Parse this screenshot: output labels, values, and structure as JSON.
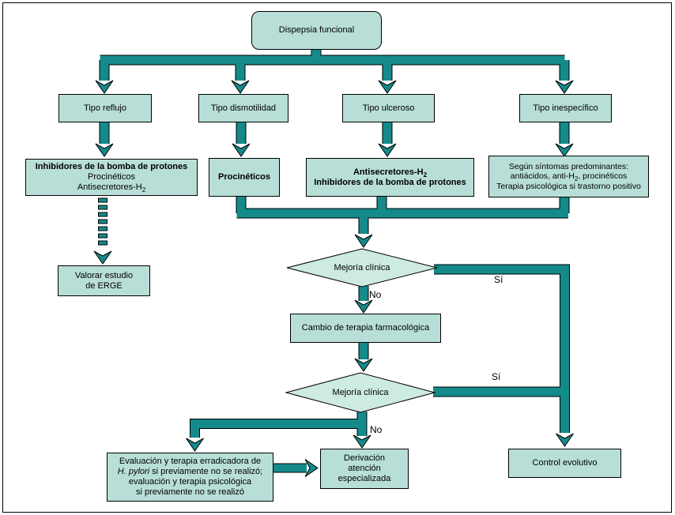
{
  "colors": {
    "edge": "#148a8b",
    "box_fill": "#b8dfd7",
    "diamond_fill": "#cdeae3"
  },
  "nodes": {
    "dispepsia": {
      "label": "Dispepsia funcional"
    },
    "tipo_reflujo": {
      "label": "Tipo reflujo"
    },
    "tipo_dismotilidad": {
      "label": "Tipo dismotilidad"
    },
    "tipo_ulceroso": {
      "label": "Tipo ulceroso"
    },
    "tipo_inespecifico": {
      "label": "Tipo inespecífico"
    },
    "tratamiento_reflujo": {
      "line1": "Inhibidores de la bomba de protones",
      "line2": "Procinéticos",
      "line3_base": "Antisecretores-H",
      "line3_sub": "2"
    },
    "tratamiento_dismotilidad": {
      "label": "Procinéticos"
    },
    "tratamiento_ulceroso": {
      "line1_base": "Antisecretores-H",
      "line1_sub": "2",
      "line2": "Inhibidores de la bomba de protones"
    },
    "tratamiento_inespecifico": {
      "line1": "Según síntomas predominantes:",
      "line2_a": "antiácidos, anti-H",
      "line2_sub": "2",
      "line2_b": ", procinéticos",
      "line3": "Terapia psicológica si trastorno positivo"
    },
    "valorar_erge": {
      "line1": "Valorar estudio",
      "line2": "de ERGE"
    },
    "mejoria_clinica_1": {
      "label": "Mejoría clínica"
    },
    "cambio_terapia": {
      "label": "Cambio de terapia farmacológica"
    },
    "mejoria_clinica_2": {
      "label": "Mejoría clínica"
    },
    "evaluacion_erradicadora": {
      "line1": "Evaluación y terapia erradicadora de",
      "line2_italic": "H. pylori",
      "line2_rest": " si previamente no se realizó;",
      "line3": "evaluación y terapia psicológica",
      "line4": "si previamente no se realizó"
    },
    "derivacion": {
      "line1": "Derivación",
      "line2": "atención",
      "line3": "especializada"
    },
    "control_evolutivo": {
      "label": "Control evolutivo"
    }
  },
  "edge_labels": {
    "si1": "Sí",
    "no1": "No",
    "si2": "Sí",
    "no2": "No"
  }
}
